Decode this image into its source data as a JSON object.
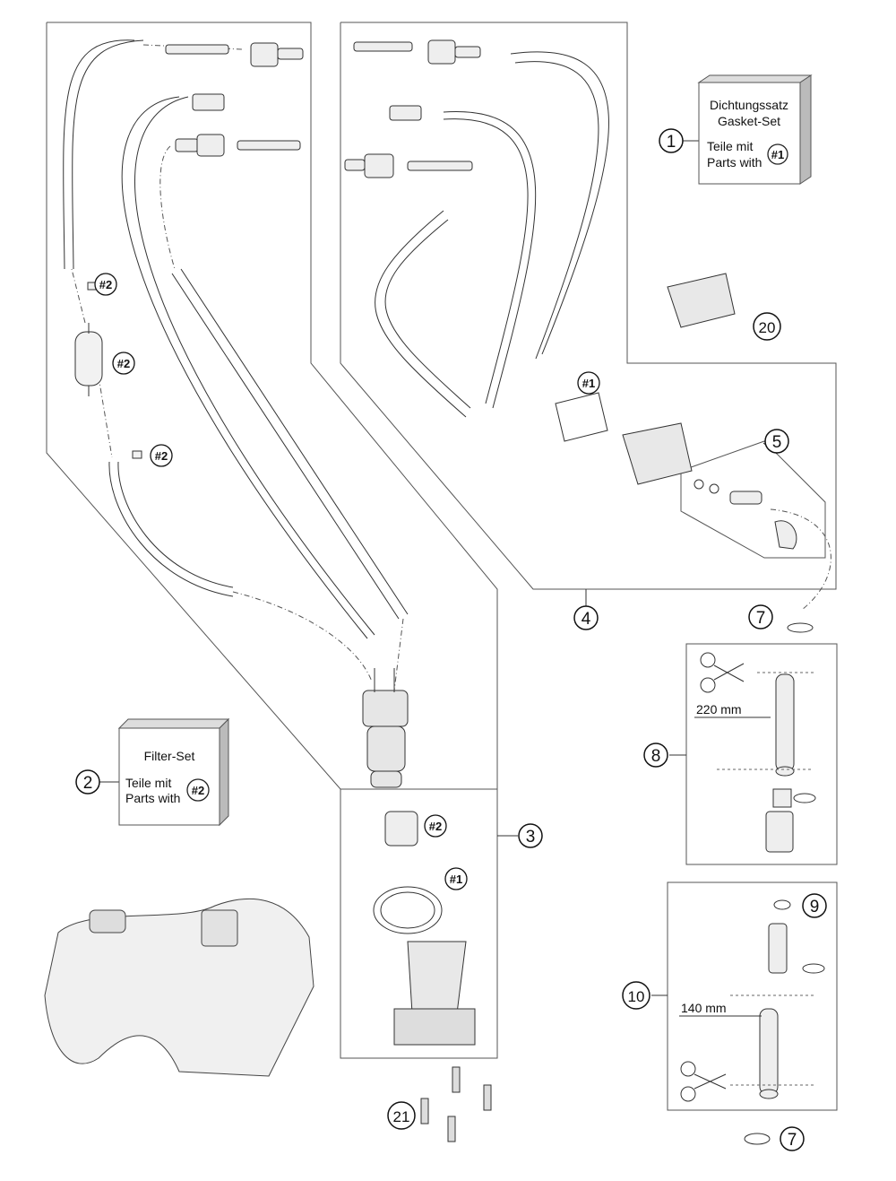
{
  "callouts": {
    "c1": "1",
    "c2": "2",
    "c3": "3",
    "c4": "4",
    "c5": "5",
    "c7a": "7",
    "c7b": "7",
    "c8": "8",
    "c9": "9",
    "c10": "10",
    "c20": "20",
    "c21": "21"
  },
  "refs": {
    "r1a": "#1",
    "r1b": "#1",
    "r1c": "#1",
    "r2a": "#2",
    "r2b": "#2",
    "r2c": "#2",
    "r2d": "#2",
    "r2e": "#2"
  },
  "gasket_box": {
    "line1": "Dichtungssatz",
    "line2": "Gasket-Set",
    "line3": "Teile mit",
    "line4": "Parts with"
  },
  "filter_box": {
    "title": "Filter-Set",
    "line1": "Teile mit",
    "line2": "Parts with"
  },
  "dimensions": {
    "hose_a": "220 mm",
    "hose_b": "140 mm"
  }
}
